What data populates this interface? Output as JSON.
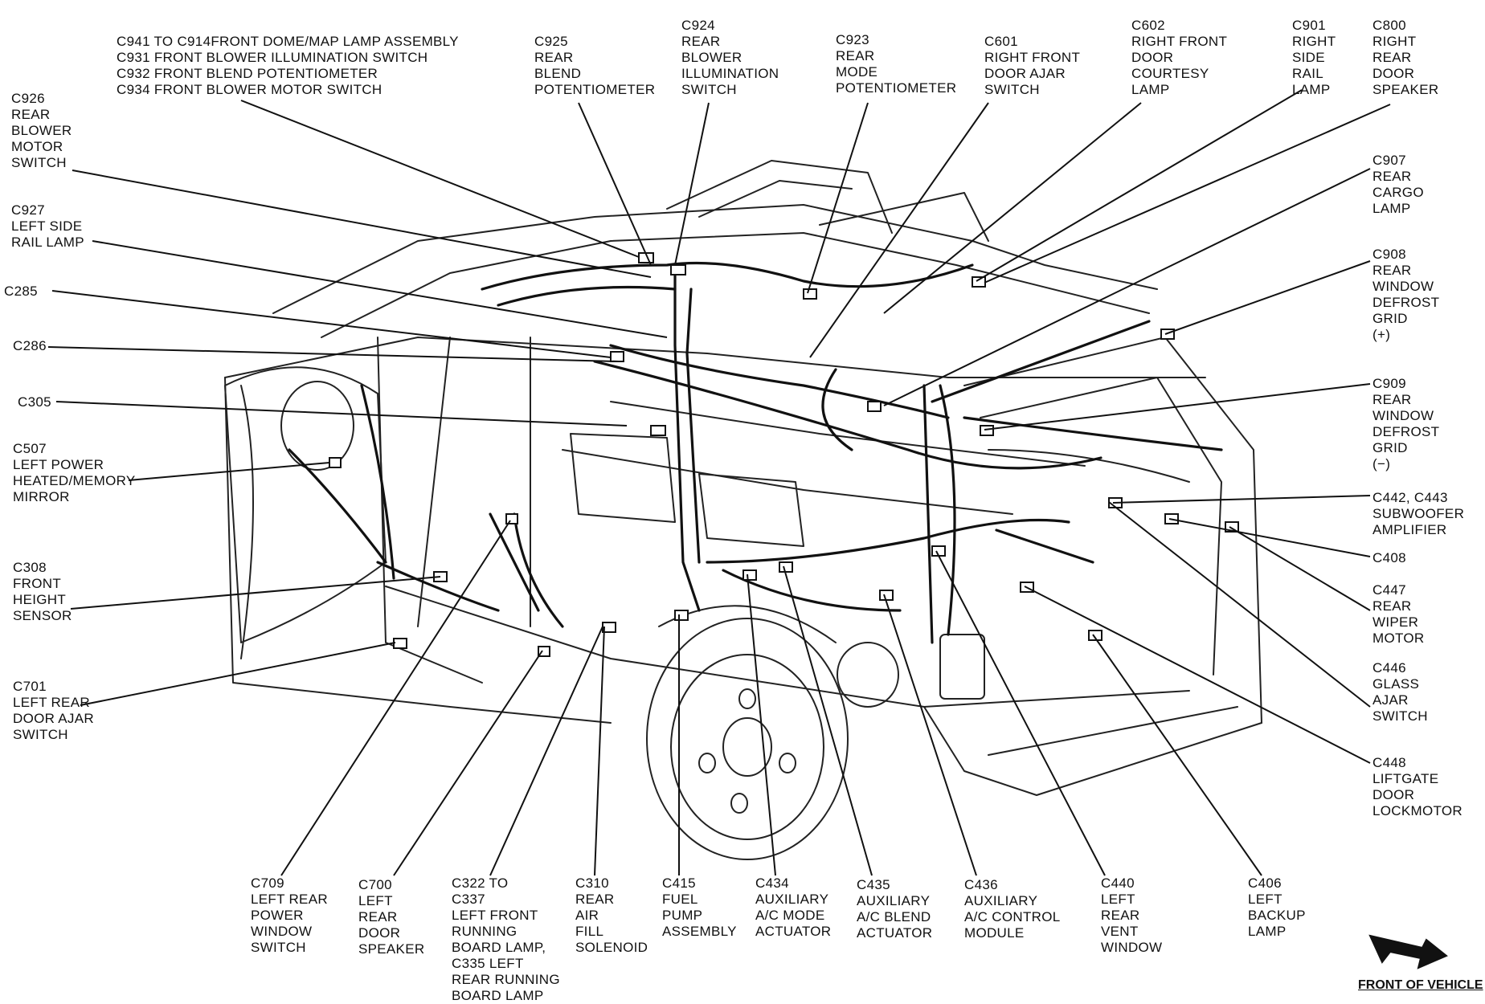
{
  "labels": [
    {
      "id": "c941",
      "text": "C941 TO C914FRONT DOME/MAP LAMP ASSEMBLY\nC931 FRONT BLOWER ILLUMINATION SWITCH\n C932 FRONT BLEND POTENTIOMETER\n C934 FRONT BLOWER MOTOR SWITCH"
    },
    {
      "id": "c926",
      "text": "C926\nREAR\nBLOWER\nMOTOR\nSWITCH"
    },
    {
      "id": "c927",
      "text": "C927\nLEFT SIDE\nRAIL LAMP"
    },
    {
      "id": "c285",
      "text": "C285"
    },
    {
      "id": "c286",
      "text": "C286"
    },
    {
      "id": "c305",
      "text": "C305"
    },
    {
      "id": "c507",
      "text": "C507\nLEFT POWER\nHEATED/MEMORY\nMIRROR"
    },
    {
      "id": "c308",
      "text": "C308\nFRONT\nHEIGHT\nSENSOR"
    },
    {
      "id": "c701",
      "text": "C701\nLEFT REAR\nDOOR AJAR\nSWITCH"
    },
    {
      "id": "c925",
      "text": "C925\nREAR\nBLEND\nPOTENTIOMETER"
    },
    {
      "id": "c924",
      "text": "C924\nREAR\nBLOWER\nILLUMINATION\nSWITCH"
    },
    {
      "id": "c923",
      "text": "C923\nREAR\nMODE\nPOTENTIOMETER"
    },
    {
      "id": "c601",
      "text": "C601\nRIGHT FRONT\nDOOR AJAR\nSWITCH"
    },
    {
      "id": "c602",
      "text": "C602\nRIGHT FRONT\nDOOR\nCOURTESY\nLAMP"
    },
    {
      "id": "c901",
      "text": "C901\nRIGHT\nSIDE\nRAIL\nLAMP"
    },
    {
      "id": "c800",
      "text": "C800\nRIGHT\nREAR\nDOOR\nSPEAKER"
    },
    {
      "id": "c907",
      "text": "C907\nREAR\nCARGO\nLAMP"
    },
    {
      "id": "c908",
      "text": "C908\nREAR\nWINDOW\nDEFROST\nGRID\n(+)"
    },
    {
      "id": "c909",
      "text": "C909\nREAR\nWINDOW\nDEFROST\nGRID\n(−)"
    },
    {
      "id": "c442",
      "text": "C442, C443\nSUBWOOFER\nAMPLIFIER"
    },
    {
      "id": "c408",
      "text": "C408"
    },
    {
      "id": "c447",
      "text": "C447\nREAR\nWIPER\nMOTOR"
    },
    {
      "id": "c446",
      "text": "C446\nGLASS\nAJAR\nSWITCH"
    },
    {
      "id": "c448",
      "text": "C448\nLIFTGATE\nDOOR\nLOCKMOTOR"
    },
    {
      "id": "c709",
      "text": "C709\nLEFT REAR\nPOWER\nWINDOW\nSWITCH"
    },
    {
      "id": "c700",
      "text": "C700\nLEFT\nREAR\nDOOR\nSPEAKER"
    },
    {
      "id": "c322",
      "text": "C322 TO\nC337\nLEFT FRONT\nRUNNING\nBOARD LAMP,\nC335 LEFT\nREAR RUNNING\nBOARD LAMP"
    },
    {
      "id": "c310",
      "text": "C310\nREAR\nAIR\nFILL\nSOLENOID"
    },
    {
      "id": "c415",
      "text": "C415\nFUEL\nPUMP\nASSEMBLY"
    },
    {
      "id": "c434",
      "text": "C434\nAUXILIARY\nA/C MODE\nACTUATOR"
    },
    {
      "id": "c435",
      "text": "C435\nAUXILIARY\nA/C BLEND\nACTUATOR"
    },
    {
      "id": "c436",
      "text": "C436\nAUXILIARY\nA/C CONTROL\nMODULE"
    },
    {
      "id": "c440",
      "text": "C440\nLEFT\nREAR\nVENT\nWINDOW"
    },
    {
      "id": "c406",
      "text": "C406\nLEFT\nBACKUP\nLAMP"
    }
  ],
  "front_note": "FRONT OF VEHICLE",
  "icons": {
    "front_arrow": "front-of-vehicle-arrow-icon"
  }
}
